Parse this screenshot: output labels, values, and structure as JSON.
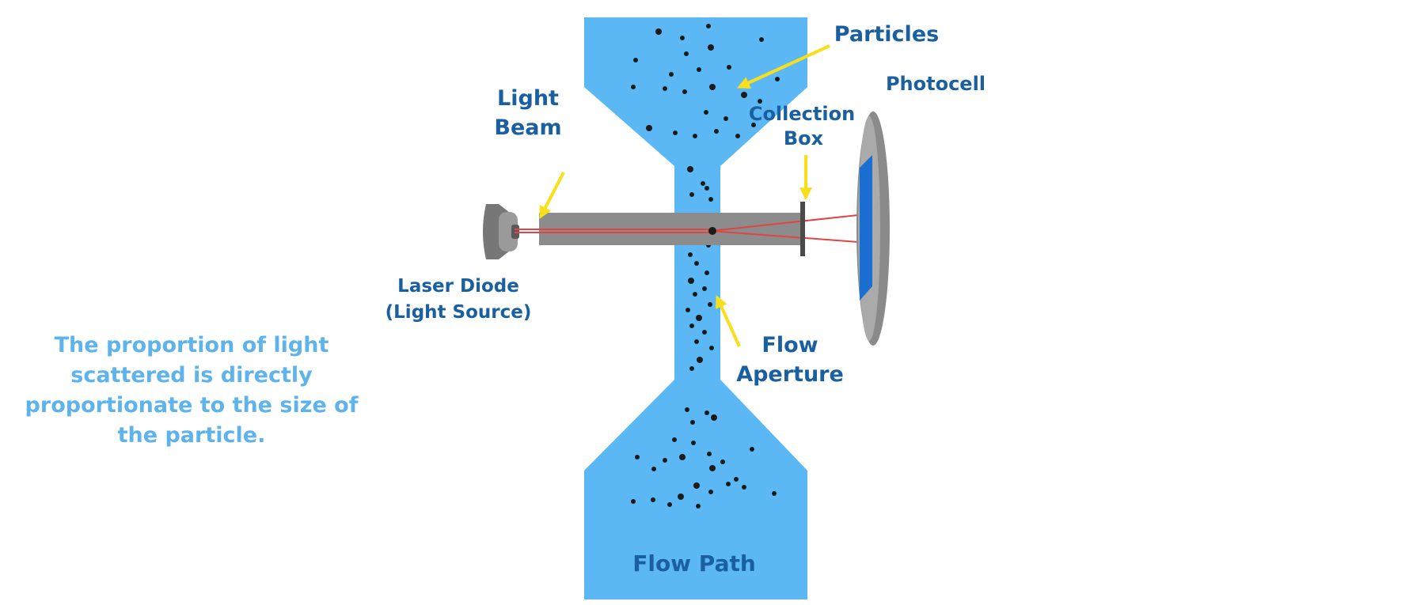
{
  "labels": {
    "particles": "Particles",
    "photocell": "Photocell",
    "light_beam_line1": "Light",
    "light_beam_line2": "Beam",
    "collection_box_line1": "Collection",
    "collection_box_line2": "Box",
    "laser_diode_line1": "Laser Diode",
    "laser_diode_line2": "(Light Source)",
    "flow_aperture_line1": "Flow",
    "flow_aperture_line2": "Aperture",
    "flow_path": "Flow Path"
  },
  "caption": {
    "line1": "The proportion of light",
    "line2": "scattered is directly",
    "line3": "proportionate to the size of",
    "line4": "the particle."
  },
  "colors": {
    "flow_fill": "#5bb8f5",
    "label_dark": "#1a5fa0",
    "caption": "#5eb3ea",
    "arrow": "#f7e01a",
    "beam": "#e04545",
    "housing": "#8c8c8c",
    "photocell_sensor": "#1a6fd0"
  }
}
